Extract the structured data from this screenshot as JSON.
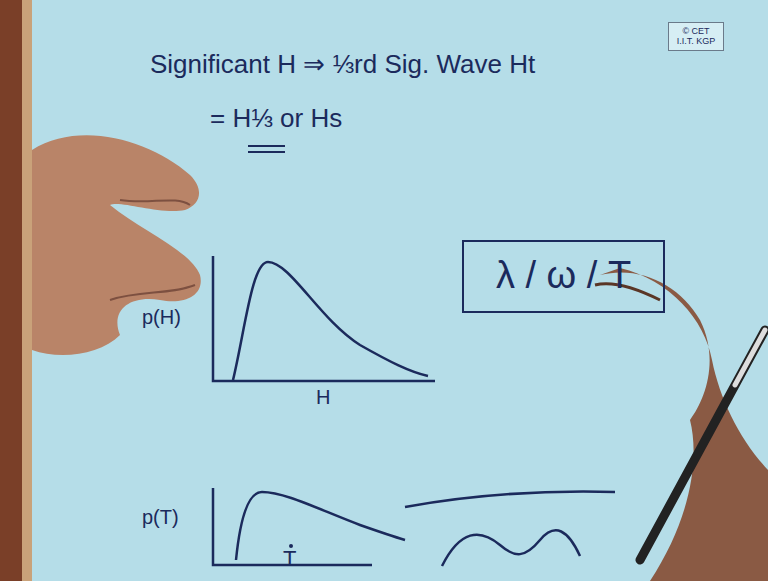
{
  "diagram": {
    "nodes": [
      {
        "text": [
          "© CET I.I.T. KGP"
        ]
      },
      {
        "text": [
          "λ / ω / T"
        ]
      }
    ],
    "labels": [
      "Significant H ⇒ ⅓rd Sig. Wave Ht",
      "= H⅓ or Hs",
      "p(H)",
      "H",
      "p(T)",
      "T"
    ]
  }
}
